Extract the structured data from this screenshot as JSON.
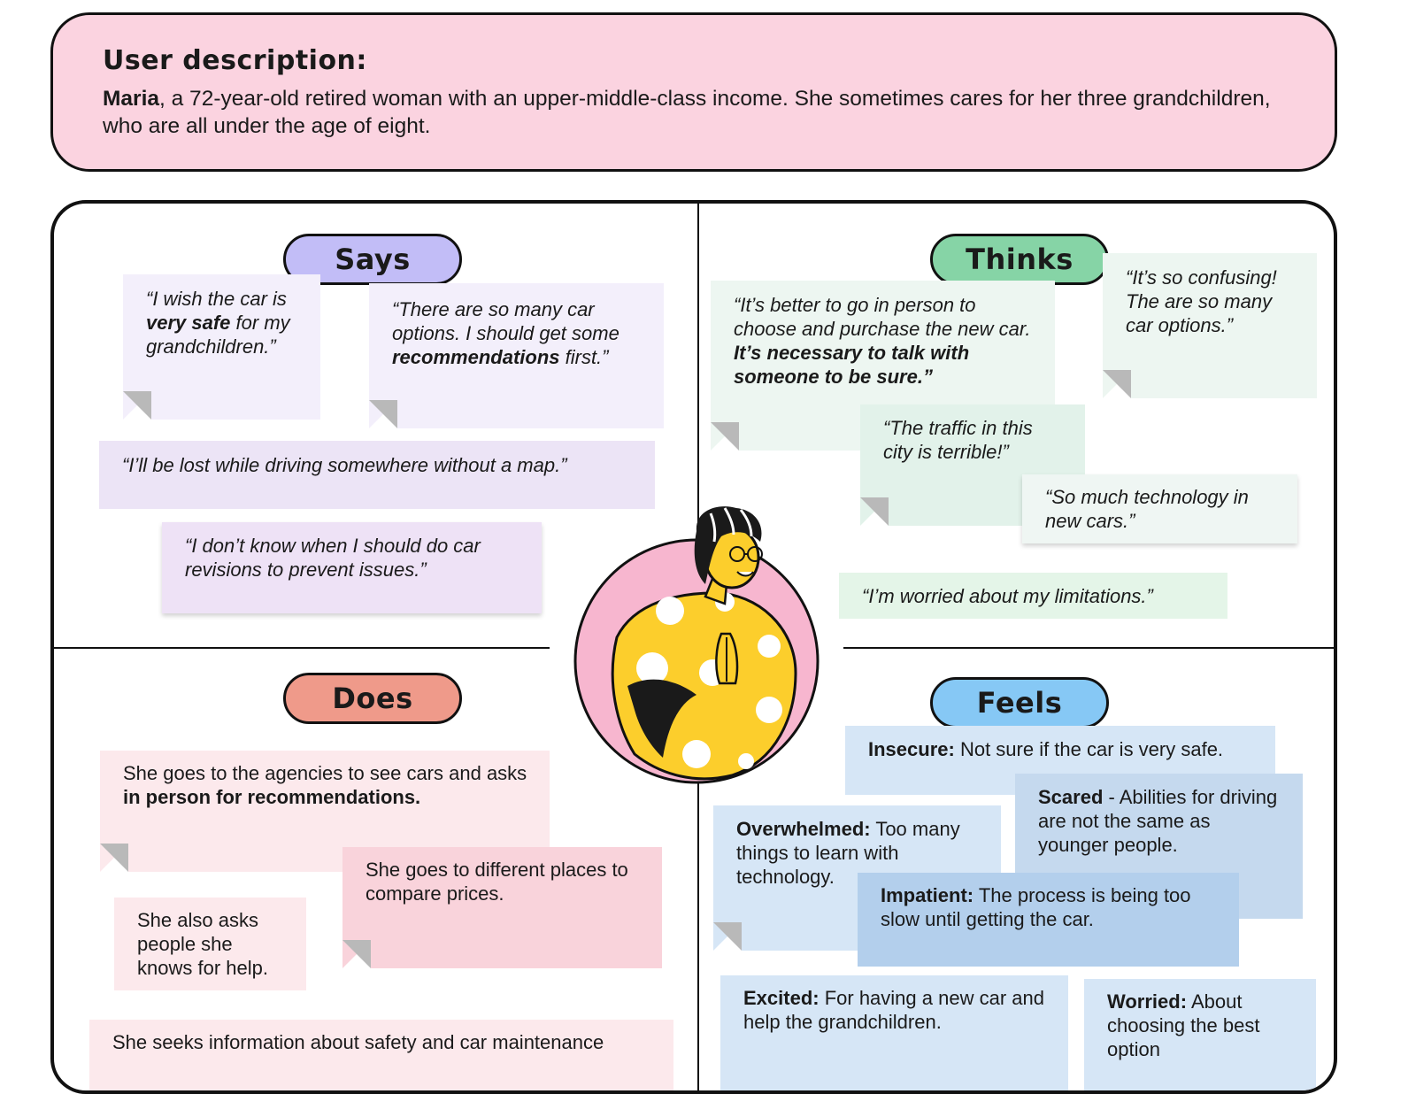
{
  "user_description": {
    "title": "User description:",
    "name": "Maria",
    "text": ", a 72-year-old retired woman with an upper-middle-class income. She sometimes cares for her three grandchildren, who are all under the age of eight."
  },
  "says": {
    "label": "Says",
    "notes": [
      {
        "a": "“I wish the car is ",
        "b": "very safe",
        "c": " for my grandchildren.”"
      },
      {
        "a": "“There are so many car options. I should get some ",
        "b": "recommendations",
        "c": " first.”"
      },
      {
        "text": "“I’ll be lost while driving somewhere without a map.”"
      },
      {
        "text": "“I don’t know when I should do car revisions to prevent issues.”"
      }
    ]
  },
  "thinks": {
    "label": "Thinks",
    "notes": [
      {
        "a": "“It’s better to go in person to choose and purchase the new car. ",
        "b": "It’s necessary to talk with someone to be sure.”"
      },
      {
        "text": "“It’s so confusing! The are so many car options.”"
      },
      {
        "text": "“The traffic in this city is terrible!”"
      },
      {
        "text": "“So much technology in new cars.”"
      },
      {
        "text": "“I’m worried about my limitations.”"
      }
    ]
  },
  "does": {
    "label": "Does",
    "notes": [
      {
        "a": "She goes to the agencies to see cars and asks ",
        "b": "in person for recommendations."
      },
      {
        "text": "She goes to different places to compare prices."
      },
      {
        "text": "She also asks people she knows for help."
      },
      {
        "text": "She seeks information about safety and car maintenance"
      }
    ]
  },
  "feels": {
    "label": "Feels",
    "notes": [
      {
        "b": "Insecure:",
        "c": " Not sure if the car is very safe."
      },
      {
        "b": "Scared",
        "c": " - Abilities for driving are not the same as younger people."
      },
      {
        "b": "Overwhelmed:",
        "c": " Too many things to learn with technology."
      },
      {
        "b": "Impatient:",
        "c": " The process is being too slow until getting the car."
      },
      {
        "b": "Excited:",
        "c": " For having a new car and help the grandchildren."
      },
      {
        "b": "Worried:",
        "c": " About choosing the best option"
      }
    ]
  },
  "colors": {
    "desc_bg": "#fbd3e0",
    "says": "#c2bdf7",
    "thinks": "#86d4a6",
    "does": "#ef9a8a",
    "feels": "#86c8f5",
    "avatar_circle": "#f7b6cf",
    "avatar_dress": "#fcce2c"
  }
}
